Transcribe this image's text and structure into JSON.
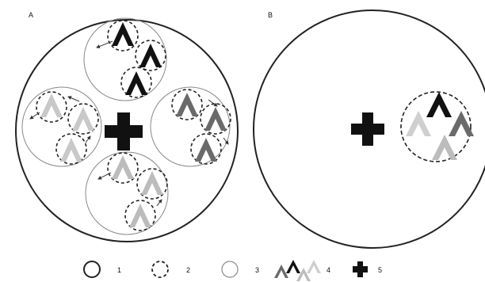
{
  "panels": [
    {
      "label": "A"
    },
    {
      "label": "B"
    }
  ],
  "legend": [
    {
      "symbol": "solid-circle",
      "label": "1"
    },
    {
      "symbol": "dashed-circle",
      "label": "2"
    },
    {
      "symbol": "light-circle",
      "label": "3"
    },
    {
      "symbol": "chevron-group",
      "label": "4"
    },
    {
      "symbol": "cross",
      "label": "5"
    }
  ],
  "colors": {
    "black": "#111111",
    "dark_gray": "#6a6a6a",
    "light_gray": "#c8c8c8",
    "circle_stroke": "#222222",
    "thin_circle_stroke": "#8a8a8a"
  }
}
